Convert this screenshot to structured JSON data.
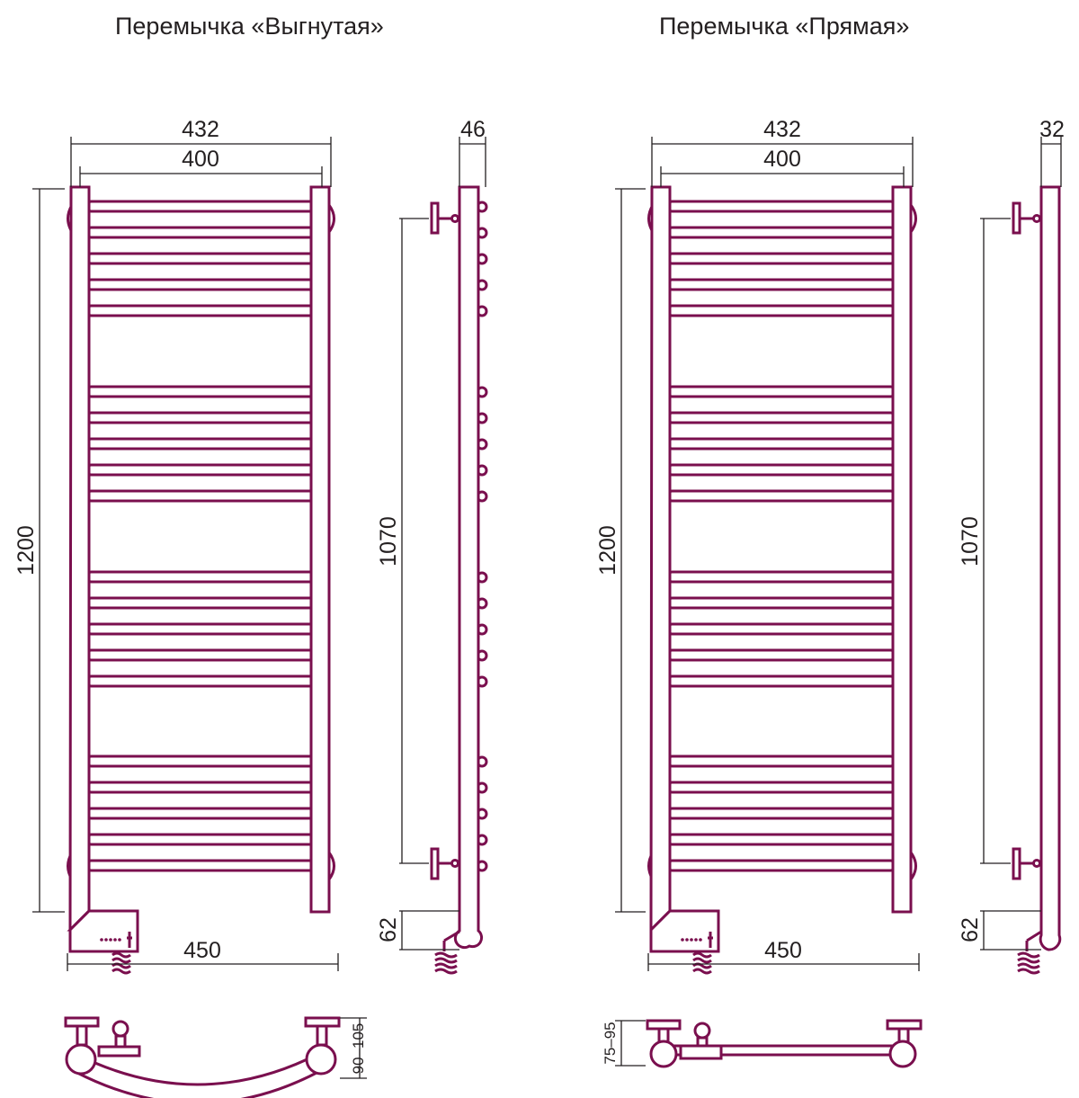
{
  "titles": {
    "left": "Перемычка «Выгнутая»",
    "right": "Перемычка «Прямая»"
  },
  "left_variant": {
    "front": {
      "width_outer": "432",
      "width_inner": "400",
      "height": "1200",
      "width_total": "450"
    },
    "side": {
      "depth": "46",
      "mount_distance": "1070",
      "bottom_offset": "62"
    },
    "top_view": {
      "wall_distance": "90–105"
    }
  },
  "right_variant": {
    "front": {
      "width_outer": "432",
      "width_inner": "400",
      "height": "1200",
      "width_total": "450"
    },
    "side": {
      "depth": "32",
      "mount_distance": "1070",
      "bottom_offset": "62"
    },
    "top_view": {
      "wall_distance": "75–95"
    }
  },
  "colors": {
    "outline": "#7a0f4e",
    "dimension": "#231f20",
    "background": "#ffffff"
  }
}
